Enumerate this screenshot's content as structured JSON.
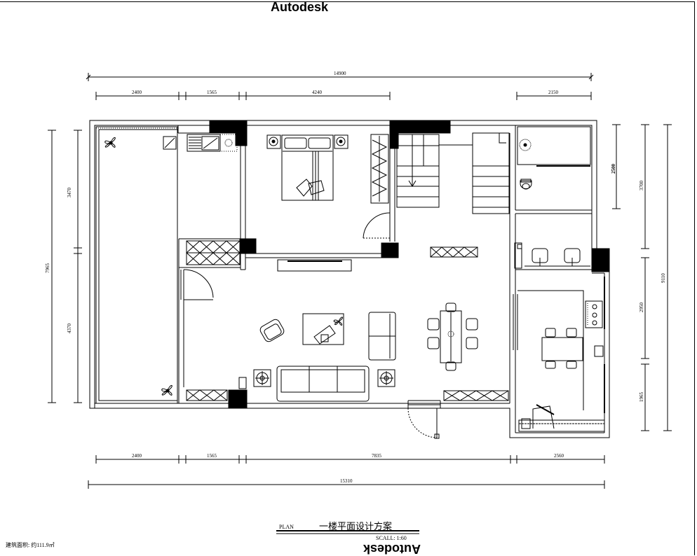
{
  "watermark": {
    "top": "Autodesk",
    "bottom": "Autodesk"
  },
  "title_block": {
    "plan_label": "PLAN",
    "title": "一楼平面设计方案",
    "scale": "SCALL: 1:60"
  },
  "area_note": "建筑面积: 约111.9㎡",
  "dimensions": {
    "top_total": "14900",
    "top_segments": [
      "2400",
      "1565",
      "4240",
      "2150"
    ],
    "bottom_segments": [
      "2400",
      "1565",
      "7835",
      "2560"
    ],
    "bottom_total": "15310",
    "left_total": "7965",
    "left_segments": [
      "3470",
      "4370"
    ],
    "right_inner_a": "2500",
    "right_inner_b": "2950",
    "right_inner_c": "1965",
    "right_mid": "3700",
    "right_total": "9110"
  },
  "colors": {
    "line": "#000000",
    "fill": "#000000",
    "paper": "#ffffff"
  }
}
